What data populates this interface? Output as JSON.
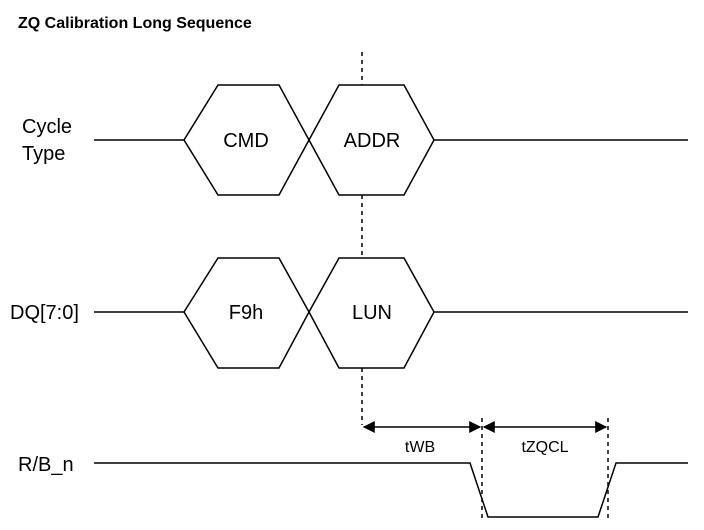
{
  "title": "ZQ Calibration Long Sequence",
  "signals": {
    "cycle_type": {
      "label_line1": "Cycle",
      "label_line2": "Type",
      "cells": [
        "CMD",
        "ADDR"
      ]
    },
    "dq": {
      "label": "DQ[7:0]",
      "cells": [
        "F9h",
        "LUN"
      ]
    },
    "rb": {
      "label": "R/B_n"
    }
  },
  "timings": {
    "twb": "tWB",
    "tzqcl": "tZQCL"
  }
}
